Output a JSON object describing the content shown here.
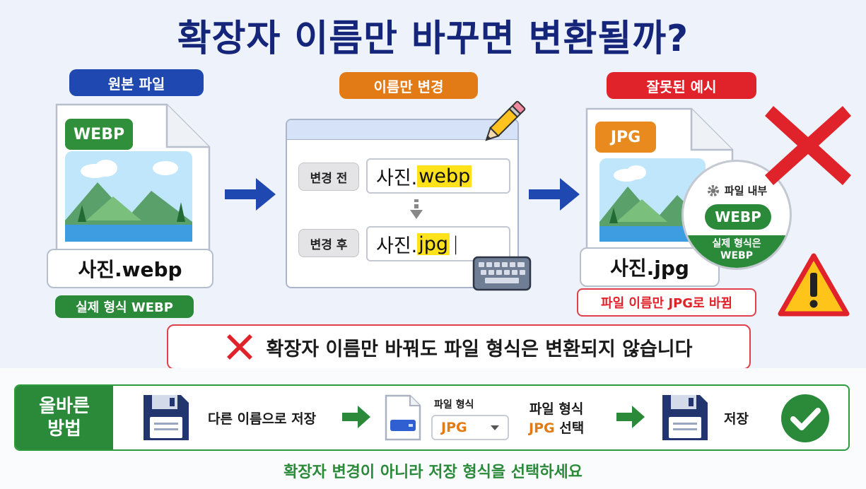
{
  "title": "확장자 이름만 바꾸면 변환될까?",
  "original": {
    "label": "원본 파일",
    "format_tag": "WEBP",
    "filename": "사진.webp",
    "caption": "실제 형식 WEBP"
  },
  "rename": {
    "label": "이름만 변경",
    "before_label": "변경 전",
    "before_base": "사진.",
    "before_ext": "webp",
    "after_label": "변경 후",
    "after_base": "사진.",
    "after_ext": "jpg",
    "cursor": "|"
  },
  "wrong": {
    "label": "잘못된 예시",
    "format_tag": "JPG",
    "filename": "사진.jpg",
    "inner_title": "파일 내부",
    "inner_tag": "WEBP",
    "inner_caption_line1": "실제 형식은",
    "inner_caption_line2": "WEBP",
    "caption": "파일 이름만 JPG로 바뀜"
  },
  "banner": {
    "text": "확장자 이름만 바꿔도 파일 형식은 변환되지 않습니다"
  },
  "method": {
    "tag_line1": "올바른",
    "tag_line2": "방법",
    "step1": "다른 이름으로 저장",
    "format_label": "파일 형식",
    "format_value": "JPG",
    "step2_line1": "파일 형식",
    "step2_line2_highlight": "JPG",
    "step2_line2_rest": " 선택",
    "step3": "저장"
  },
  "footer": "확장자 변경이 아니라 저장 형식을 선택하세요",
  "colors": {
    "navy": "#15257a",
    "blue": "#1f48b0",
    "orange": "#e27a16",
    "red": "#e0232a",
    "green": "#2a8a3a",
    "highlight": "#ffe21a"
  }
}
